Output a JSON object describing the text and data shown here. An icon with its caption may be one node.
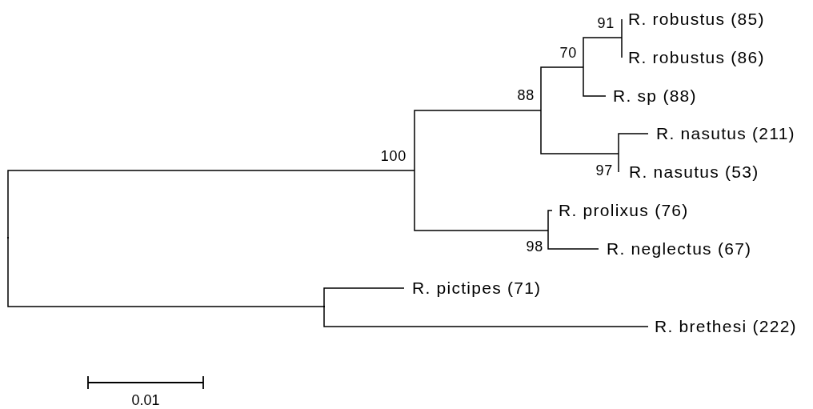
{
  "diagram": {
    "nodes": [
      {
        "text": [],
        "shape": "point"
      },
      {
        "text": [
          "100"
        ]
      },
      {
        "text": [
          "88"
        ]
      },
      {
        "text": [
          "70"
        ]
      },
      {
        "text": [
          "91"
        ]
      },
      {
        "text": [
          "R. robustus (85)"
        ]
      },
      {
        "text": [
          "R. robustus (86)"
        ]
      },
      {
        "text": [
          "R. sp (88)"
        ]
      },
      {
        "text": [
          "97"
        ]
      },
      {
        "text": [
          "R. nasutus (211)"
        ]
      },
      {
        "text": [
          "R. nasutus (53)"
        ]
      },
      {
        "text": [
          "98"
        ]
      },
      {
        "text": [
          "R. prolixus (76)"
        ]
      },
      {
        "text": [
          "R. neglectus (67)"
        ]
      },
      {
        "text": [],
        "shape": "point"
      },
      {
        "text": [
          "R. pictipes (71)"
        ]
      },
      {
        "text": [
          "R. brethesi (222)"
        ]
      }
    ],
    "edges": [
      {
        "from": 0,
        "to": 1,
        "arrow": "none"
      },
      {
        "from": 0,
        "to": 14,
        "arrow": "none"
      },
      {
        "from": 1,
        "to": 2,
        "arrow": "none"
      },
      {
        "from": 1,
        "to": 11,
        "arrow": "none"
      },
      {
        "from": 2,
        "to": 3,
        "arrow": "none"
      },
      {
        "from": 2,
        "to": 8,
        "arrow": "none"
      },
      {
        "from": 3,
        "to": 4,
        "arrow": "none"
      },
      {
        "from": 3,
        "to": 7,
        "arrow": "none"
      },
      {
        "from": 4,
        "to": 5,
        "arrow": "none"
      },
      {
        "from": 4,
        "to": 6,
        "arrow": "none"
      },
      {
        "from": 8,
        "to": 9,
        "arrow": "none"
      },
      {
        "from": 8,
        "to": 10,
        "arrow": "none"
      },
      {
        "from": 11,
        "to": 12,
        "arrow": "none"
      },
      {
        "from": 11,
        "to": 13,
        "arrow": "none"
      },
      {
        "from": 14,
        "to": 15,
        "arrow": "none"
      },
      {
        "from": 14,
        "to": 16,
        "arrow": "none"
      }
    ],
    "labels": [
      "0.01"
    ]
  }
}
